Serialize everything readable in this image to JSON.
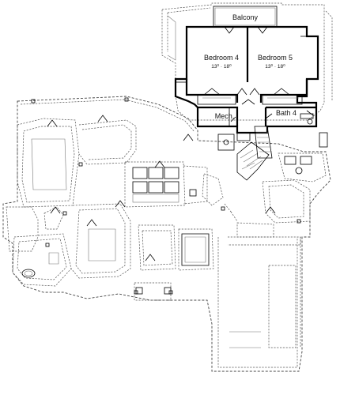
{
  "rooms": {
    "balcony": {
      "label": "Balcony"
    },
    "bedroom4": {
      "label": "Bedroom 4",
      "dimensions": "13⁰ · 18⁰"
    },
    "bedroom5": {
      "label": "Bedroom 5",
      "dimensions": "13⁰ · 18⁰"
    },
    "mech": {
      "label": "Mech."
    },
    "bath4": {
      "label": "Bath 4"
    }
  }
}
